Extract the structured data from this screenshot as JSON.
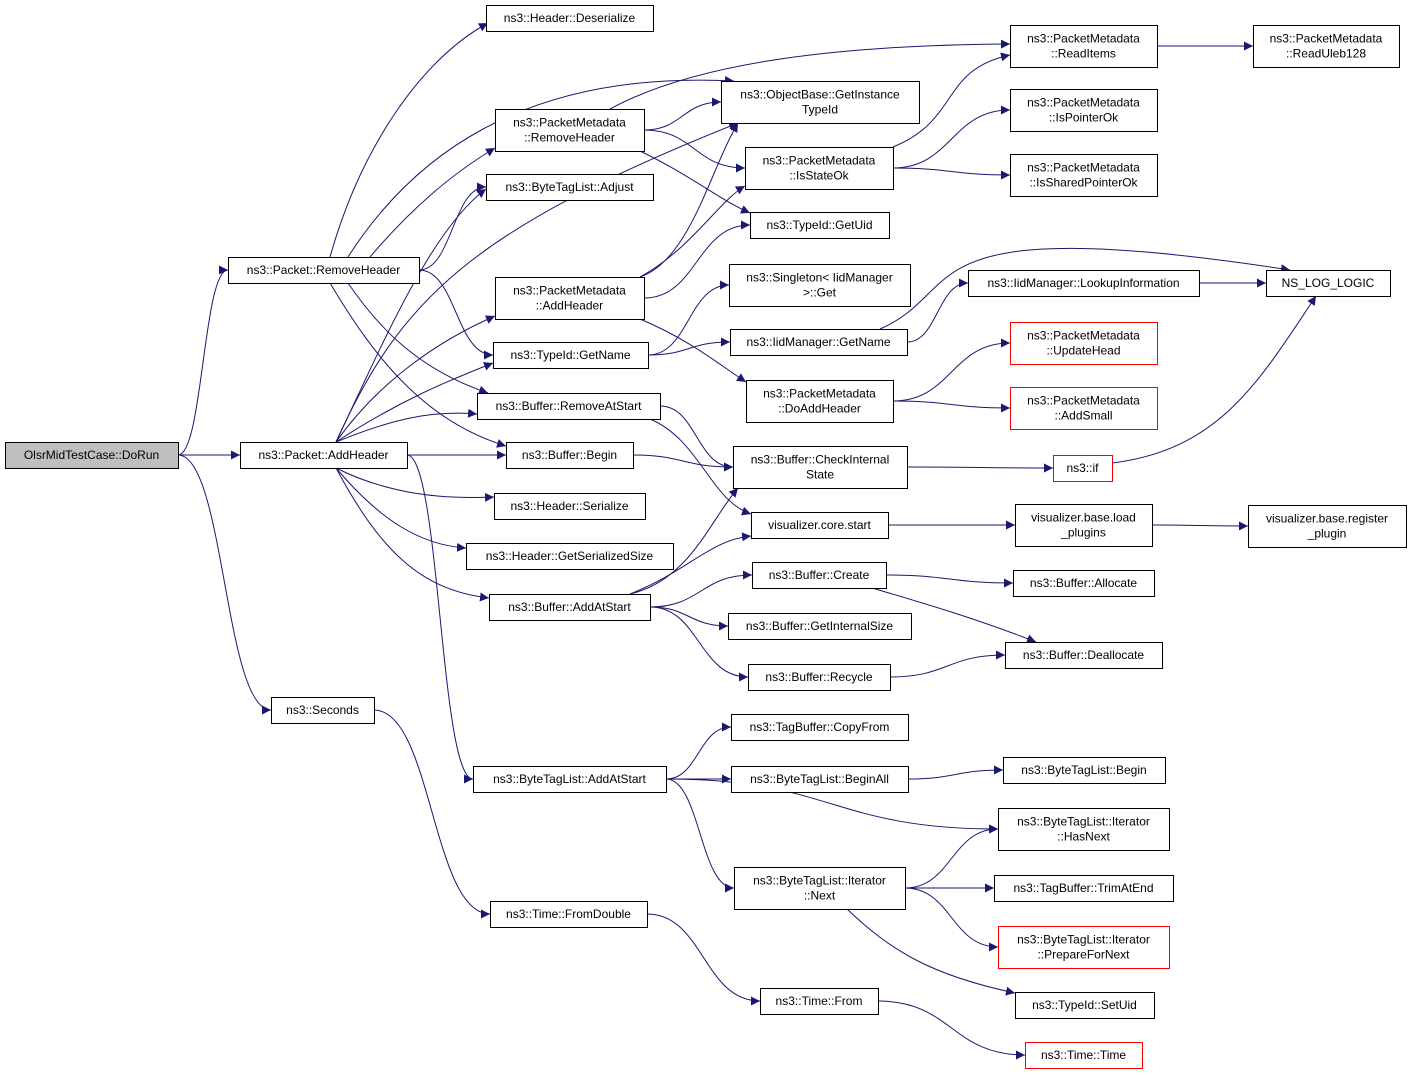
{
  "colors": {
    "edge": "#191970",
    "node_border": "#000000",
    "node_border_truncated": "#ff0000",
    "node_fill": "#ffffff",
    "root_fill": "#bfbfbf",
    "text": "#000000"
  },
  "nodes": [
    {
      "id": "n0",
      "lines": [
        "OlsrMidTestCase::DoRun"
      ],
      "root": true
    },
    {
      "id": "n1",
      "lines": [
        "ns3::Packet::RemoveHeader"
      ]
    },
    {
      "id": "n2",
      "lines": [
        "ns3::Packet::AddHeader"
      ]
    },
    {
      "id": "n3",
      "lines": [
        "ns3::Seconds"
      ]
    },
    {
      "id": "n4",
      "lines": [
        "ns3::Header::Deserialize"
      ]
    },
    {
      "id": "n5",
      "lines": [
        "ns3::PacketMetadata",
        "::RemoveHeader"
      ]
    },
    {
      "id": "n6",
      "lines": [
        "ns3::ByteTagList::Adjust"
      ]
    },
    {
      "id": "n7",
      "lines": [
        "ns3::PacketMetadata",
        "::AddHeader"
      ]
    },
    {
      "id": "n8",
      "lines": [
        "ns3::TypeId::GetName"
      ]
    },
    {
      "id": "n9",
      "lines": [
        "ns3::Buffer::RemoveAtStart"
      ]
    },
    {
      "id": "n10",
      "lines": [
        "ns3::Buffer::Begin"
      ]
    },
    {
      "id": "n11",
      "lines": [
        "ns3::Header::Serialize"
      ]
    },
    {
      "id": "n12",
      "lines": [
        "ns3::Header::GetSerializedSize"
      ]
    },
    {
      "id": "n13",
      "lines": [
        "ns3::Buffer::AddAtStart"
      ]
    },
    {
      "id": "n14",
      "lines": [
        "ns3::ByteTagList::AddAtStart"
      ]
    },
    {
      "id": "n15",
      "lines": [
        "ns3::Time::FromDouble"
      ]
    },
    {
      "id": "n16",
      "lines": [
        "ns3::ObjectBase::GetInstance",
        "TypeId"
      ]
    },
    {
      "id": "n17",
      "lines": [
        "ns3::PacketMetadata",
        "::IsStateOk"
      ]
    },
    {
      "id": "n18",
      "lines": [
        "ns3::TypeId::GetUid"
      ]
    },
    {
      "id": "n19",
      "lines": [
        "ns3::Singleton< IidManager",
        ">::Get"
      ]
    },
    {
      "id": "n20",
      "lines": [
        "ns3::IidManager::GetName"
      ]
    },
    {
      "id": "n21",
      "lines": [
        "ns3::PacketMetadata",
        "::DoAddHeader"
      ]
    },
    {
      "id": "n22",
      "lines": [
        "ns3::Buffer::CheckInternal",
        "State"
      ]
    },
    {
      "id": "n23",
      "lines": [
        "visualizer.core.start"
      ]
    },
    {
      "id": "n24",
      "lines": [
        "ns3::Buffer::Create"
      ]
    },
    {
      "id": "n25",
      "lines": [
        "ns3::Buffer::GetInternalSize"
      ]
    },
    {
      "id": "n26",
      "lines": [
        "ns3::Buffer::Recycle"
      ]
    },
    {
      "id": "n27",
      "lines": [
        "ns3::TagBuffer::CopyFrom"
      ]
    },
    {
      "id": "n28",
      "lines": [
        "ns3::ByteTagList::BeginAll"
      ]
    },
    {
      "id": "n29",
      "lines": [
        "ns3::ByteTagList::Iterator",
        "::Next"
      ]
    },
    {
      "id": "n30",
      "lines": [
        "ns3::Time::From"
      ]
    },
    {
      "id": "n31",
      "lines": [
        "ns3::PacketMetadata",
        "::ReadItems"
      ]
    },
    {
      "id": "n32",
      "lines": [
        "ns3::PacketMetadata",
        "::IsPointerOk"
      ]
    },
    {
      "id": "n33",
      "lines": [
        "ns3::PacketMetadata",
        "::IsSharedPointerOk"
      ]
    },
    {
      "id": "n34",
      "lines": [
        "ns3::IidManager::LookupInformation"
      ]
    },
    {
      "id": "n35",
      "lines": [
        "ns3::PacketMetadata",
        "::UpdateHead"
      ],
      "truncated": true
    },
    {
      "id": "n36",
      "lines": [
        "ns3::PacketMetadata",
        "::AddSmall"
      ],
      "truncated": true
    },
    {
      "id": "n37",
      "lines": [
        "ns3::if"
      ],
      "truncated": true
    },
    {
      "id": "n38",
      "lines": [
        "visualizer.base.load",
        "_plugins"
      ]
    },
    {
      "id": "n39",
      "lines": [
        "ns3::Buffer::Allocate"
      ]
    },
    {
      "id": "n40",
      "lines": [
        "ns3::Buffer::Deallocate"
      ]
    },
    {
      "id": "n41",
      "lines": [
        "ns3::ByteTagList::Begin"
      ]
    },
    {
      "id": "n42",
      "lines": [
        "ns3::ByteTagList::Iterator",
        "::HasNext"
      ]
    },
    {
      "id": "n43",
      "lines": [
        "ns3::TagBuffer::TrimAtEnd"
      ]
    },
    {
      "id": "n44",
      "lines": [
        "ns3::ByteTagList::Iterator",
        "::PrepareForNext"
      ],
      "truncated": true
    },
    {
      "id": "n45",
      "lines": [
        "ns3::TypeId::SetUid"
      ]
    },
    {
      "id": "n46",
      "lines": [
        "ns3::Time::Time"
      ],
      "truncated": true
    },
    {
      "id": "n47",
      "lines": [
        "ns3::PacketMetadata",
        "::ReadUleb128"
      ]
    },
    {
      "id": "n48",
      "lines": [
        "NS_LOG_LOGIC"
      ]
    },
    {
      "id": "n49",
      "lines": [
        "visualizer.base.register",
        "_plugin"
      ]
    }
  ],
  "edges": [
    [
      "n0",
      "n1"
    ],
    [
      "n0",
      "n2"
    ],
    [
      "n0",
      "n3"
    ],
    [
      "n1",
      "n4"
    ],
    [
      "n1",
      "n16"
    ],
    [
      "n1",
      "n5"
    ],
    [
      "n1",
      "n6"
    ],
    [
      "n1",
      "n8"
    ],
    [
      "n1",
      "n9"
    ],
    [
      "n1",
      "n10"
    ],
    [
      "n2",
      "n6"
    ],
    [
      "n2",
      "n16"
    ],
    [
      "n2",
      "n7"
    ],
    [
      "n2",
      "n8"
    ],
    [
      "n2",
      "n9"
    ],
    [
      "n2",
      "n10"
    ],
    [
      "n2",
      "n11"
    ],
    [
      "n2",
      "n12"
    ],
    [
      "n2",
      "n13"
    ],
    [
      "n2",
      "n14"
    ],
    [
      "n3",
      "n15"
    ],
    [
      "n5",
      "n31"
    ],
    [
      "n5",
      "n16"
    ],
    [
      "n5",
      "n17"
    ],
    [
      "n5",
      "n18"
    ],
    [
      "n7",
      "n16"
    ],
    [
      "n7",
      "n17"
    ],
    [
      "n7",
      "n18"
    ],
    [
      "n7",
      "n21"
    ],
    [
      "n8",
      "n19"
    ],
    [
      "n8",
      "n20"
    ],
    [
      "n9",
      "n22"
    ],
    [
      "n9",
      "n23"
    ],
    [
      "n10",
      "n22"
    ],
    [
      "n13",
      "n22"
    ],
    [
      "n13",
      "n23"
    ],
    [
      "n13",
      "n24"
    ],
    [
      "n13",
      "n25"
    ],
    [
      "n13",
      "n26"
    ],
    [
      "n14",
      "n27"
    ],
    [
      "n14",
      "n28"
    ],
    [
      "n14",
      "n42"
    ],
    [
      "n14",
      "n29"
    ],
    [
      "n15",
      "n30"
    ],
    [
      "n17",
      "n31"
    ],
    [
      "n17",
      "n32"
    ],
    [
      "n17",
      "n33"
    ],
    [
      "n20",
      "n48"
    ],
    [
      "n20",
      "n34"
    ],
    [
      "n21",
      "n35"
    ],
    [
      "n21",
      "n36"
    ],
    [
      "n22",
      "n37"
    ],
    [
      "n23",
      "n38"
    ],
    [
      "n24",
      "n39"
    ],
    [
      "n24",
      "n40"
    ],
    [
      "n26",
      "n40"
    ],
    [
      "n28",
      "n41"
    ],
    [
      "n29",
      "n42"
    ],
    [
      "n29",
      "n43"
    ],
    [
      "n29",
      "n44"
    ],
    [
      "n29",
      "n45"
    ],
    [
      "n30",
      "n46"
    ],
    [
      "n31",
      "n47"
    ],
    [
      "n34",
      "n48"
    ],
    [
      "n37",
      "n48"
    ],
    [
      "n38",
      "n49"
    ]
  ]
}
